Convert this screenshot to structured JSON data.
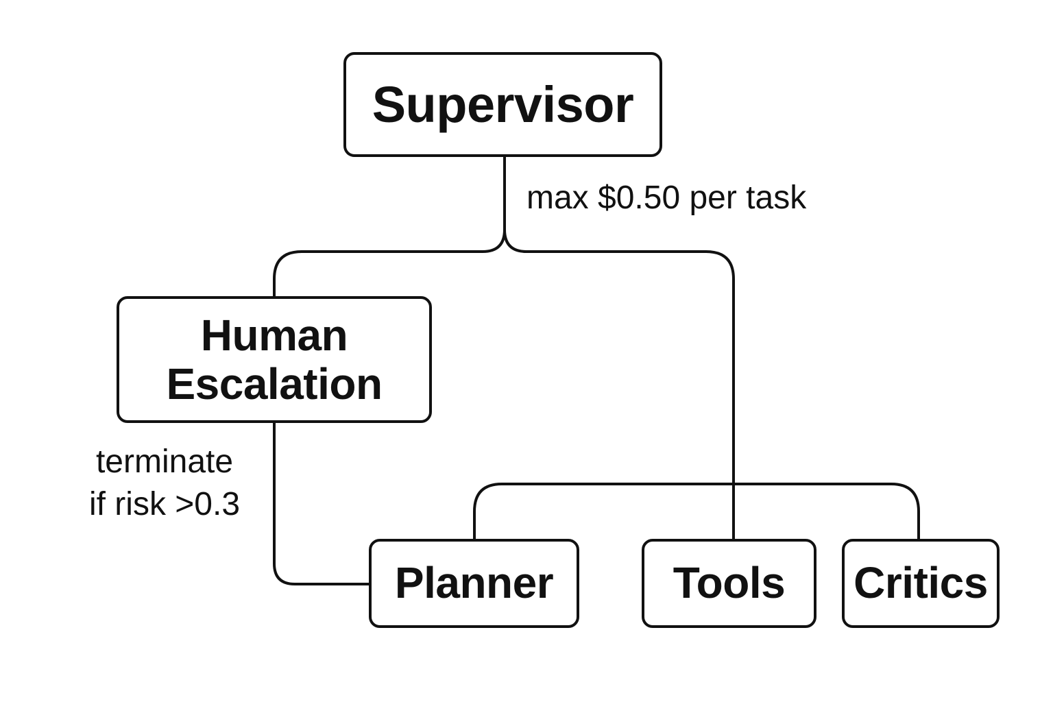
{
  "nodes": {
    "supervisor": "Supervisor",
    "human_escalation": {
      "line1": "Human",
      "line2": "Escalation"
    },
    "planner": "Planner",
    "tools": "Tools",
    "critics": "Critics"
  },
  "edge_labels": {
    "budget": "max $0.50 per task",
    "risk": {
      "line1": "terminate",
      "line2": "if risk >0.3"
    }
  },
  "colors": {
    "stroke": "#111111",
    "background": "#ffffff"
  }
}
